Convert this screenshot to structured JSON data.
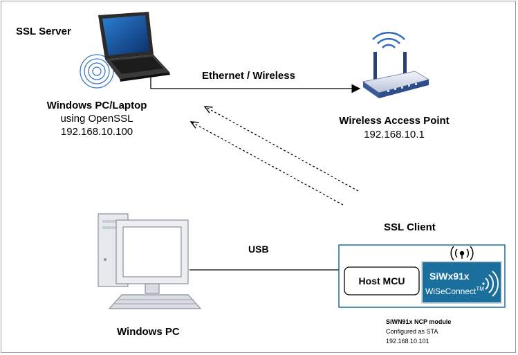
{
  "server": {
    "title": "SSL Server",
    "device": "Windows PC/Laptop",
    "software": "using OpenSSL",
    "ip": "192.168.10.100"
  },
  "link_label": "Ethernet / Wireless",
  "access_point": {
    "name": "Wireless Access Point",
    "ip": "192.168.10.1"
  },
  "client": {
    "title": "SSL Client",
    "host_label": "Host MCU",
    "chip_name": "SiWx91x",
    "chip_brand": "WiSeConnect",
    "chip_tm": "TM",
    "module_name": "SiWN91x NCP module",
    "module_mode": "Configured as STA",
    "module_ip": "192.168.10.101"
  },
  "usb_label": "USB",
  "windows_pc": "Windows PC",
  "colors": {
    "chip_blue": "#1b6f9c",
    "module_border": "#1b6f9c",
    "router_blue": "#3a5a9a"
  }
}
